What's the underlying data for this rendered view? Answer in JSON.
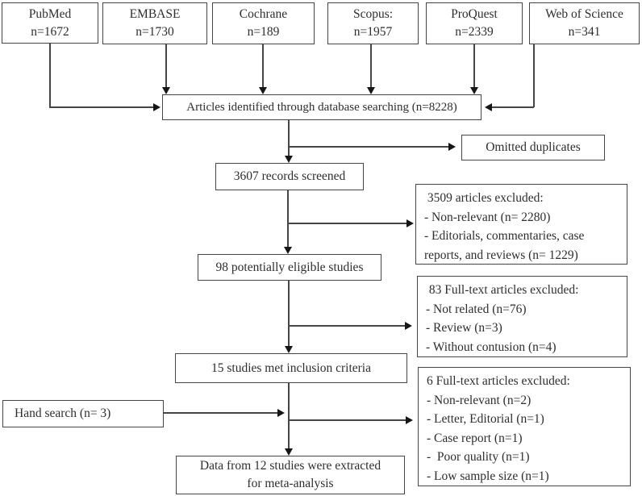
{
  "flowchart": {
    "sources": [
      {
        "name": "PubMed",
        "count": "n=1672"
      },
      {
        "name": "EMBASE",
        "count": "n=1730"
      },
      {
        "name": "Cochrane",
        "count": "n=189"
      },
      {
        "name": "Scopus:",
        "count": "n=1957"
      },
      {
        "name": "ProQuest",
        "count": "n=2339"
      },
      {
        "name": "Web of Science",
        "count": "n=341"
      }
    ],
    "identified": "Articles identified through database searching (n=8228)",
    "omitted_duplicates": "Omitted duplicates",
    "records_screened": "3607 records screened",
    "screening_excluded": {
      "title": " 3509 articles excluded:",
      "items": [
        "- Non-relevant (n= 2280)",
        "- Editorials, commentaries, case reports, and reviews (n= 1229)"
      ]
    },
    "eligible": "98 potentially eligible studies",
    "fulltext_excluded": {
      "title": " 83 Full-text articles excluded:",
      "items": [
        "- Not related (n=76)",
        "- Review (n=3)",
        "- Without contusion (n=4)"
      ]
    },
    "inclusion": "15 studies met inclusion criteria",
    "hand_search": "Hand search (n= 3)",
    "final_excluded": {
      "title": "6 Full-text articles excluded:",
      "items": [
        "- Non-relevant (n=2)",
        "- Letter, Editorial (n=1)",
        "- Case report (n=1)",
        "-  Poor quality (n=1)",
        "- Low sample size (n=1)"
      ]
    },
    "final_line1": "Data from 12 studies were extracted",
    "final_line2": "for meta-analysis",
    "colors": {
      "border": "#454545",
      "arrow": "#161616",
      "text": "#2e2e2e"
    }
  }
}
